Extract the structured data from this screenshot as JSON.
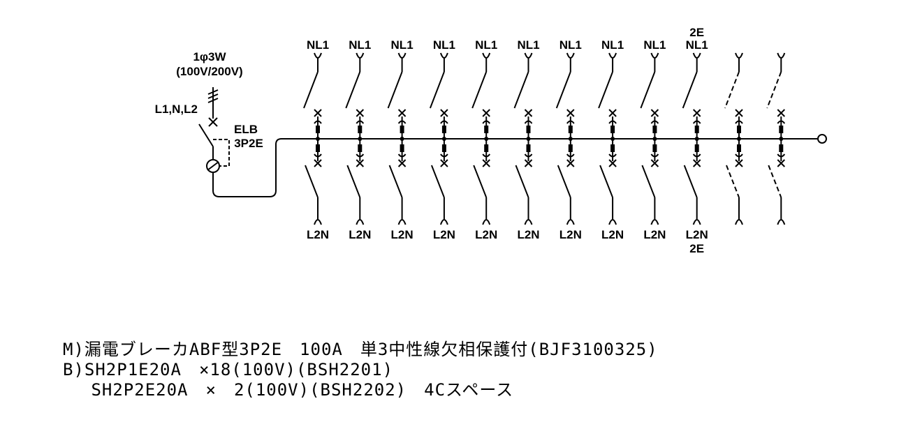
{
  "supply": {
    "phase_label": "1φ3W",
    "voltage_label": "(100V/200V)",
    "conductors_label": "L1,N,L2"
  },
  "main_breaker": {
    "label_line1": "ELB",
    "label_line2": "3P2E"
  },
  "branches": [
    {
      "top_label": "NL1",
      "bottom_label": "L2N",
      "spare": false
    },
    {
      "top_label": "NL1",
      "bottom_label": "L2N",
      "spare": false
    },
    {
      "top_label": "NL1",
      "bottom_label": "L2N",
      "spare": false
    },
    {
      "top_label": "NL1",
      "bottom_label": "L2N",
      "spare": false
    },
    {
      "top_label": "NL1",
      "bottom_label": "L2N",
      "spare": false
    },
    {
      "top_label": "NL1",
      "bottom_label": "L2N",
      "spare": false
    },
    {
      "top_label": "NL1",
      "bottom_label": "L2N",
      "spare": false
    },
    {
      "top_label": "NL1",
      "bottom_label": "L2N",
      "spare": false
    },
    {
      "top_label": "NL1",
      "bottom_label": "L2N",
      "spare": false
    },
    {
      "top_label": "NL1",
      "top_extra": "2E",
      "bottom_label": "L2N",
      "bottom_extra": "2E",
      "spare": false
    },
    {
      "top_label": "",
      "bottom_label": "",
      "spare": true
    },
    {
      "top_label": "",
      "bottom_label": "",
      "spare": true
    }
  ],
  "notes": [
    "M)漏電ブレーカABF型3P2E　100A　単3中性線欠相保護付(BJF3100325)",
    "B)SH2P1E20A　×18(100V)(BSH2201)",
    "　 SH2P2E20A　×　2(100V)(BSH2202)　4Cスペース"
  ]
}
